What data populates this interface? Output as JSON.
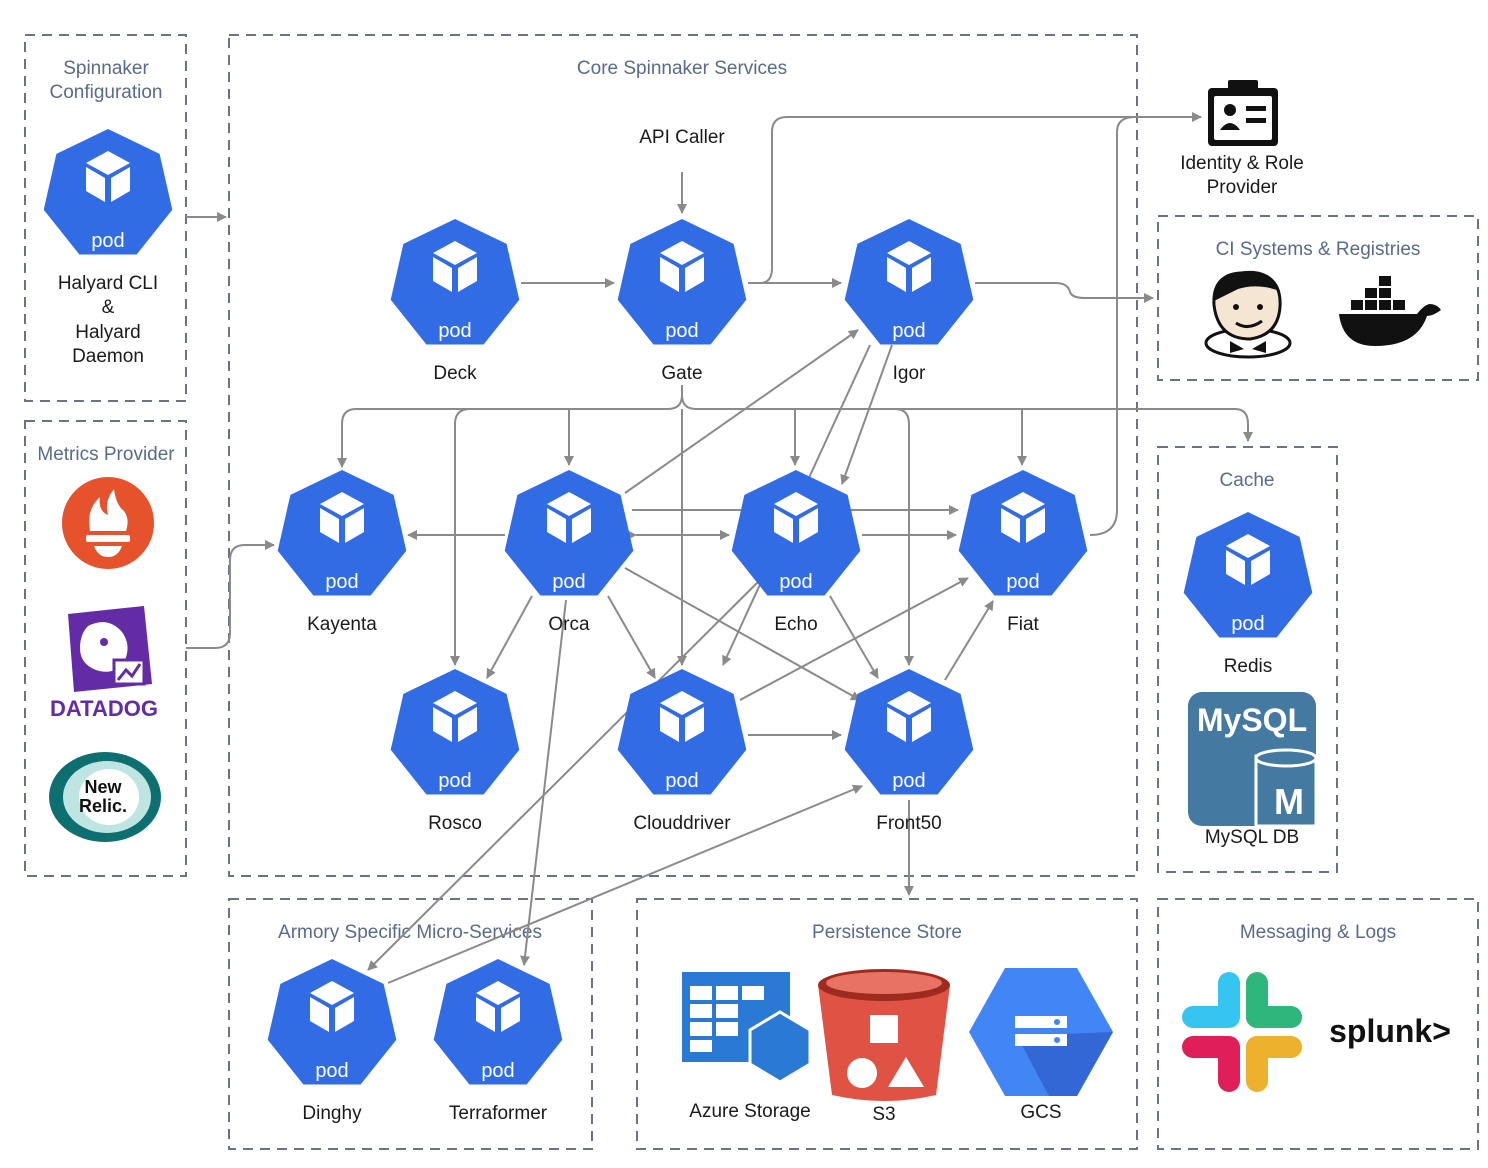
{
  "groups": {
    "spinnaker_config": {
      "title_line1": "Spinnaker",
      "title_line2": "Configuration"
    },
    "metrics": {
      "title": "Metrics Provider"
    },
    "core": {
      "title": "Core Spinnaker Services"
    },
    "ci": {
      "title": "CI Systems & Registries"
    },
    "cache": {
      "title": "Cache"
    },
    "armory": {
      "title": "Armory Specific Micro-Services"
    },
    "persistence": {
      "title": "Persistence Store"
    },
    "messaging": {
      "title": "Messaging & Logs"
    }
  },
  "pod_badge": "pod",
  "halyard": {
    "line1": "Halyard CLI",
    "line2": "&",
    "line3": "Halyard",
    "line4": "Daemon"
  },
  "api_caller": "API Caller",
  "services": {
    "deck": "Deck",
    "gate": "Gate",
    "igor": "Igor",
    "kayenta": "Kayenta",
    "orca": "Orca",
    "echo": "Echo",
    "fiat": "Fiat",
    "rosco": "Rosco",
    "clouddriver": "Clouddriver",
    "front50": "Front50",
    "dinghy": "Dinghy",
    "terraformer": "Terraformer",
    "redis": "Redis"
  },
  "identity": {
    "line1": "Identity & Role",
    "line2": "Provider"
  },
  "metrics_logos": {
    "datadog": "DATADOG",
    "newrelic_line1": "New",
    "newrelic_line2": "Relic."
  },
  "mysql": {
    "logo": "MySQL",
    "badge": "M",
    "label": "MySQL DB"
  },
  "storage": {
    "azure": "Azure Storage",
    "s3": "S3",
    "gcs": "GCS"
  },
  "splunk": "splunk>",
  "colors": {
    "pod_blue": "#326ce5",
    "edge_gray": "#8a8a8a",
    "box_border": "#6b7282",
    "title_text": "#5a6a8c",
    "prometheus": "#e6522c",
    "datadog": "#632ca6",
    "mysql_blue": "#4479a1",
    "s3_red": "#e05243",
    "gcs_blue": "#4285f4"
  },
  "icons": [
    "cube-icon",
    "id-card-icon",
    "jenkins-icon",
    "docker-icon",
    "prometheus-icon",
    "datadog-icon",
    "newrelic-icon",
    "mysql-icon",
    "azure-storage-icon",
    "s3-bucket-icon",
    "gcs-icon",
    "slack-icon",
    "splunk-logo"
  ]
}
